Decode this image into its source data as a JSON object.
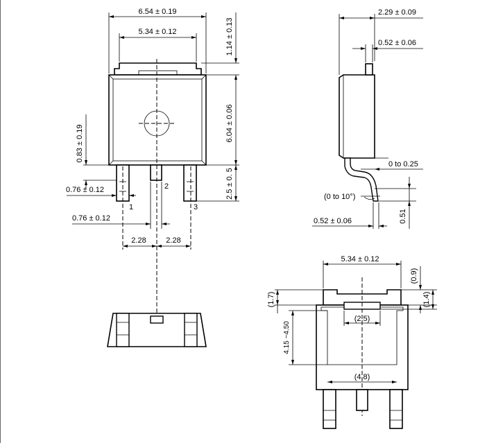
{
  "drawing": {
    "top_view": {
      "overall_width": "6.54 ± 0.19",
      "tab_width": "5.34 ± 0.12",
      "tab_height": "1.14 ± 0.13",
      "body_height": "6.04 ± 0.06",
      "left_edge": "0.83 ± 0.19",
      "lead_length": "2.5 ± 0. 5",
      "lead_width_top": "0.76 ± 0.12",
      "lead_width_bottom": "0.76 ± 0.12",
      "pitch_left": "2.28",
      "pitch_right": "2.28",
      "pin1": "1",
      "pin2": "2",
      "pin3": "3"
    },
    "side_view": {
      "thickness": "2.29 ± 0.09",
      "tab_thickness": "0.52 ± 0.06",
      "standoff": "0 to 0.25",
      "angle": "(0 to 10°)",
      "lead_thickness": "0.52 ± 0.06",
      "lead_bend": "0.51"
    },
    "bottom_view": {
      "tab_width": "5.34 ± 0.12",
      "notch_depth": "(0.9)",
      "notch_height": "(1.4)",
      "left_height": "(1.7)",
      "pad_height": "4.15 ~4.50",
      "pad_width": "(2.5)",
      "inner_width": "(4.8)"
    }
  }
}
